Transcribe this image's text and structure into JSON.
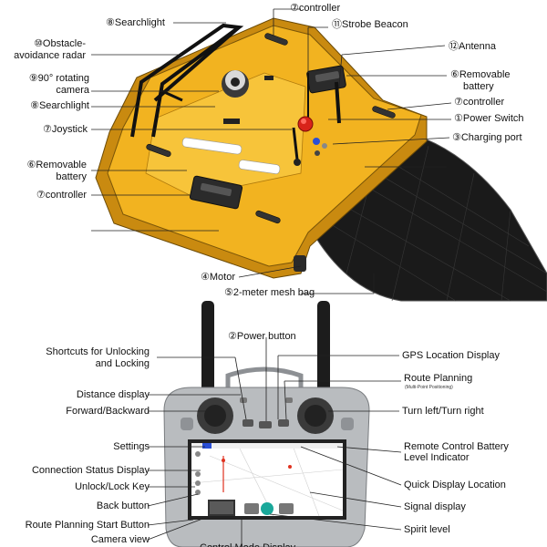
{
  "boat": {
    "labels": {
      "controller_top": "⑦controller",
      "searchlight_top": "⑧Searchlight",
      "strobe_beacon": "⑪Strobe Beacon",
      "obstacle_radar_1": "⑩Obstacle-",
      "obstacle_radar_2": "avoidance radar",
      "antenna": "⑫Antenna",
      "camera_1": "⑨90° rotating",
      "camera_2": "camera",
      "removable_battery_right_1": "⑥Removable",
      "removable_battery_right_2": "battery",
      "searchlight_left": "⑧Searchlight",
      "controller_right": "⑦controller",
      "joystick": "⑦Joystick",
      "power_switch": "①Power Switch",
      "charging_port": "③Charging port",
      "removable_battery_left_1": "⑥Removable",
      "removable_battery_left_2": "battery",
      "controller_left": "⑦controller",
      "motor": "④Motor",
      "mesh_bag": "⑤2-meter mesh bag"
    }
  },
  "remote": {
    "labels": {
      "power_button": "②Power button",
      "shortcuts_1": "Shortcuts for Unlocking",
      "shortcuts_2": "and Locking",
      "gps_location": "GPS Location Display",
      "route_planning": "Route Planning",
      "route_planning_sub": "(Multi-Point Positioning)",
      "distance_display": "Distance display",
      "forward_backward": "Forward/Backward",
      "turn": "Turn left/Turn right",
      "settings": "Settings",
      "battery_level_1": "Remote Control Battery",
      "battery_level_2": "Level Indicator",
      "connection_status": "Connection Status Display",
      "unlock_lock": "Unlock/Lock Key",
      "quick_display": "Quick Display Location",
      "back_button": "Back button",
      "signal_display": "Signal display",
      "route_start": "Route Planning Start Button",
      "spirit_level": "Spirit level",
      "camera_view": "Camera view",
      "control_mode": "Control Mode Display"
    }
  },
  "colors": {
    "hull_yellow": "#f2b320",
    "hull_shadow": "#c98a10",
    "mesh": "#1a1a1a",
    "remote_grey": "#b9bcbf",
    "screen_bg": "#ffffff",
    "accent_blue": "#2a4fd6",
    "button_red": "#d8231a",
    "teal_button": "#1aa89a"
  }
}
